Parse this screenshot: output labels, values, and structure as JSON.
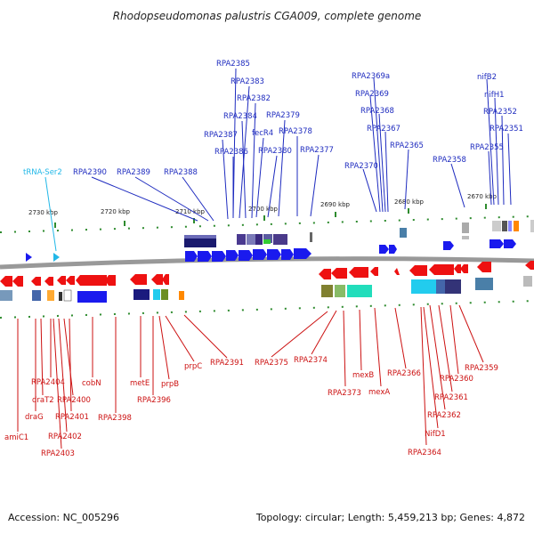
{
  "title": "Rhodopseudomonas palustris CGA009, complete genome",
  "accession": "Accession: NC_005296",
  "topology": "Topology: circular; Length: 5,459,213 bp; Genes: 4,872",
  "ruler": [
    "2730 kbp",
    "2720 kbp",
    "2710 kbp",
    "2700 kbp",
    "2690 kbp",
    "2680 kbp",
    "2670 kbp"
  ],
  "top_labels": [
    {
      "text": "RPA2385"
    },
    {
      "text": "RPA2383"
    },
    {
      "text": "RPA2382"
    },
    {
      "text": "RPA2384"
    },
    {
      "text": "RPA2379"
    },
    {
      "text": "RPA2387"
    },
    {
      "text": "fecR4"
    },
    {
      "text": "RPA2378"
    },
    {
      "text": "RPA2386"
    },
    {
      "text": "RPA2380"
    },
    {
      "text": "RPA2377"
    },
    {
      "text": "RPA2390"
    },
    {
      "text": "RPA2389"
    },
    {
      "text": "RPA2388"
    },
    {
      "text": "RPA2369a"
    },
    {
      "text": "RPA2369"
    },
    {
      "text": "RPA2368"
    },
    {
      "text": "RPA2367"
    },
    {
      "text": "RPA2365"
    },
    {
      "text": "RPA2370"
    },
    {
      "text": "RPA2358"
    },
    {
      "text": "nifB2"
    },
    {
      "text": "nifH1"
    },
    {
      "text": "RPA2352"
    },
    {
      "text": "RPA2351"
    },
    {
      "text": "RPA2355"
    },
    {
      "text": "tRNA-Ser2"
    }
  ],
  "bottom_labels": [
    {
      "text": "RPA2404"
    },
    {
      "text": "draT2"
    },
    {
      "text": "RPA2400"
    },
    {
      "text": "cobN"
    },
    {
      "text": "draG"
    },
    {
      "text": "RPA2401"
    },
    {
      "text": "amiC1"
    },
    {
      "text": "RPA2402"
    },
    {
      "text": "RPA2403"
    },
    {
      "text": "RPA2398"
    },
    {
      "text": "metE"
    },
    {
      "text": "RPA2396"
    },
    {
      "text": "prpB"
    },
    {
      "text": "prpC"
    },
    {
      "text": "RPA2391"
    },
    {
      "text": "RPA2375"
    },
    {
      "text": "RPA2374"
    },
    {
      "text": "RPA2373"
    },
    {
      "text": "mexB"
    },
    {
      "text": "mexA"
    },
    {
      "text": "RPA2366"
    },
    {
      "text": "RPA2359"
    },
    {
      "text": "RPA2360"
    },
    {
      "text": "RPA2361"
    },
    {
      "text": "RPA2362"
    },
    {
      "text": "NifD1"
    },
    {
      "text": "RPA2364"
    }
  ]
}
